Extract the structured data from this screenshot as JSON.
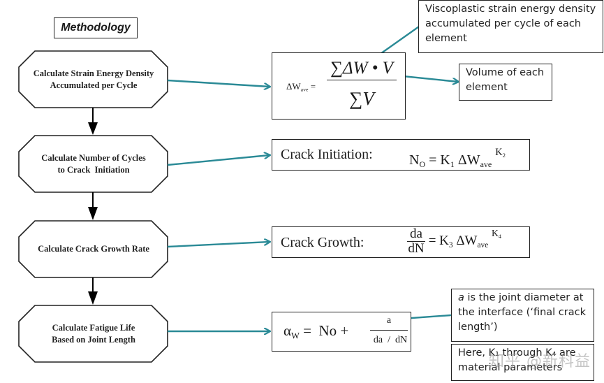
{
  "title": "Methodology",
  "colors": {
    "arrow_teal": "#2a8a96",
    "flow_arrow": "#000000",
    "border": "#222222"
  },
  "steps": [
    {
      "label_line1": "Calculate Strain Energy Density",
      "label_line2": "Accumulated per Cycle"
    },
    {
      "label_line1": "Calculate Number of Cycles",
      "label_line2": "to Crack  Initiation"
    },
    {
      "label_line1": "Calculate Crack Growth Rate",
      "label_line2": ""
    },
    {
      "label_line1": "Calculate Fatigue Life",
      "label_line2": "Based on Joint Length"
    }
  ],
  "equations": {
    "strain_energy": {
      "lhs": "ΔW",
      "lhs_sub": "ave",
      "equals": "=",
      "numerator": "∑ΔW • V",
      "denominator": "∑V"
    },
    "crack_initiation": {
      "label": "Crack Initiation:",
      "lhs": "N",
      "lhs_sub": "O",
      "rhs": "= K",
      "k_sub": "1",
      "dw": "ΔW",
      "dw_sub": "ave",
      "exp": "K",
      "exp_sub": "2"
    },
    "crack_growth": {
      "label": "Crack Growth:",
      "frac_num": "da",
      "frac_den": "dN",
      "rhs": "= K",
      "k_sub": "3",
      "dw": "ΔW",
      "dw_sub": "ave",
      "exp": "K",
      "exp_sub": "4"
    },
    "fatigue_life": {
      "lhs": "α",
      "lhs_sub": "W",
      "rhs": "=  No +",
      "frac_num": "a",
      "frac_den": "da  /  dN"
    }
  },
  "notes": {
    "viscoplastic": "Viscoplastic strain energy density accumulated per cycle of each element",
    "volume": "Volume of each element",
    "joint_diameter_italic": "a",
    "joint_diameter": " is the joint diameter at the interface (‘final crack length’)",
    "parameters": "Here, K₁ through K₄ are material parameters"
  },
  "watermark": "知乎 @新科益"
}
